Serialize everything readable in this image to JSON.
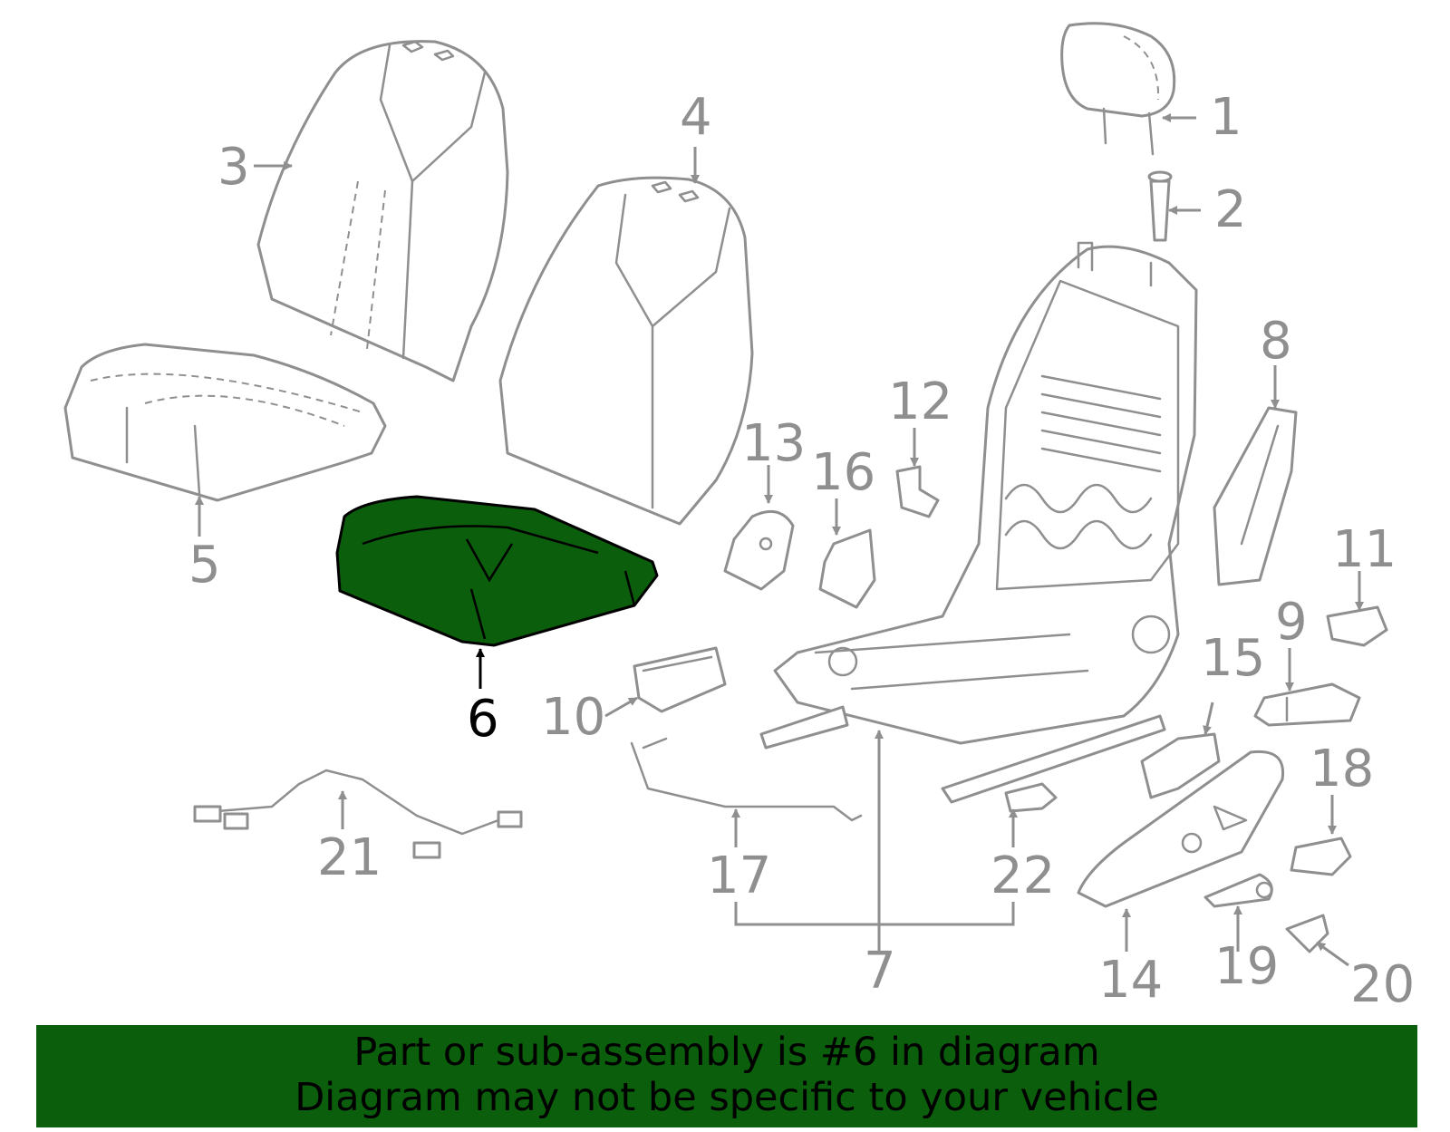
{
  "diagram": {
    "callouts": [
      "1",
      "2",
      "3",
      "4",
      "5",
      "6",
      "7",
      "8",
      "9",
      "10",
      "11",
      "12",
      "13",
      "14",
      "15",
      "16",
      "17",
      "18",
      "19",
      "20",
      "21",
      "22"
    ],
    "highlighted_part": "6",
    "colors": {
      "highlight_fill": "#0b5e0b",
      "line": "#8f8f8f",
      "banner_bg": "#0b5e0b"
    }
  },
  "banner": {
    "line1": "Part or sub-assembly is #6 in diagram",
    "line2": "Diagram may not be specific to your vehicle"
  }
}
